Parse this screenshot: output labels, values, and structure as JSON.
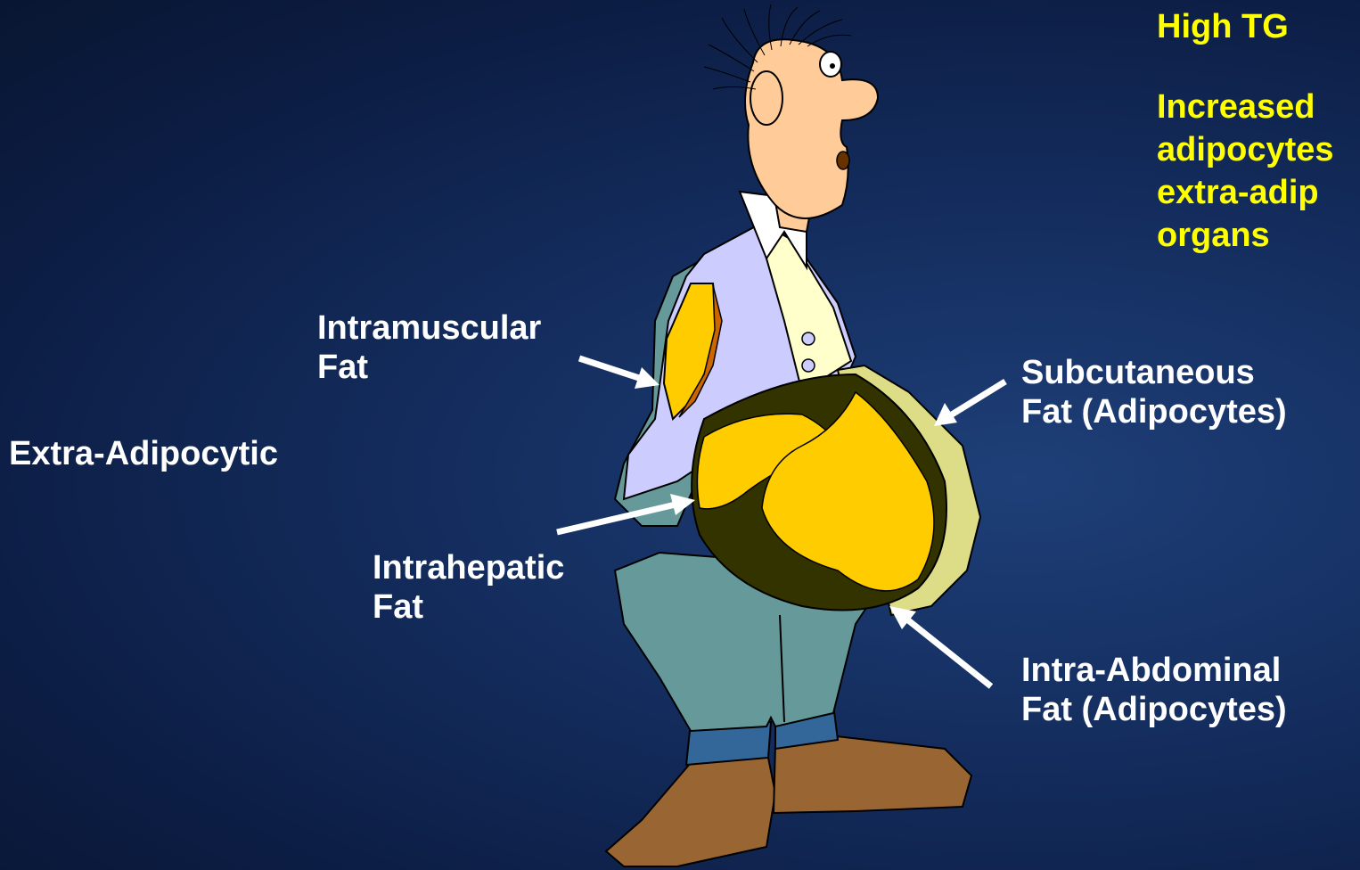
{
  "labels": {
    "intramuscular": [
      "Intramuscular",
      "Fat"
    ],
    "extra_adipocytic": "Extra-Adipocytic",
    "intrahepatic": [
      "Intrahepatic",
      "Fat"
    ],
    "subcutaneous": [
      "Subcutaneous",
      "Fat (Adipocytes)"
    ],
    "intra_abdominal": [
      "Intra-Abdominal",
      "Fat (Adipocytes)"
    ]
  },
  "notes": {
    "high_tg": "High TG",
    "increased": [
      "Increased",
      "adipocytes",
      "extra-adip",
      "organs"
    ]
  },
  "colors": {
    "label": "#ffffff",
    "note": "#ffff00",
    "fat_yellow": "#ffcc00",
    "body_teal": "#669999",
    "vest": "#ccccff",
    "shoe": "#996633"
  }
}
